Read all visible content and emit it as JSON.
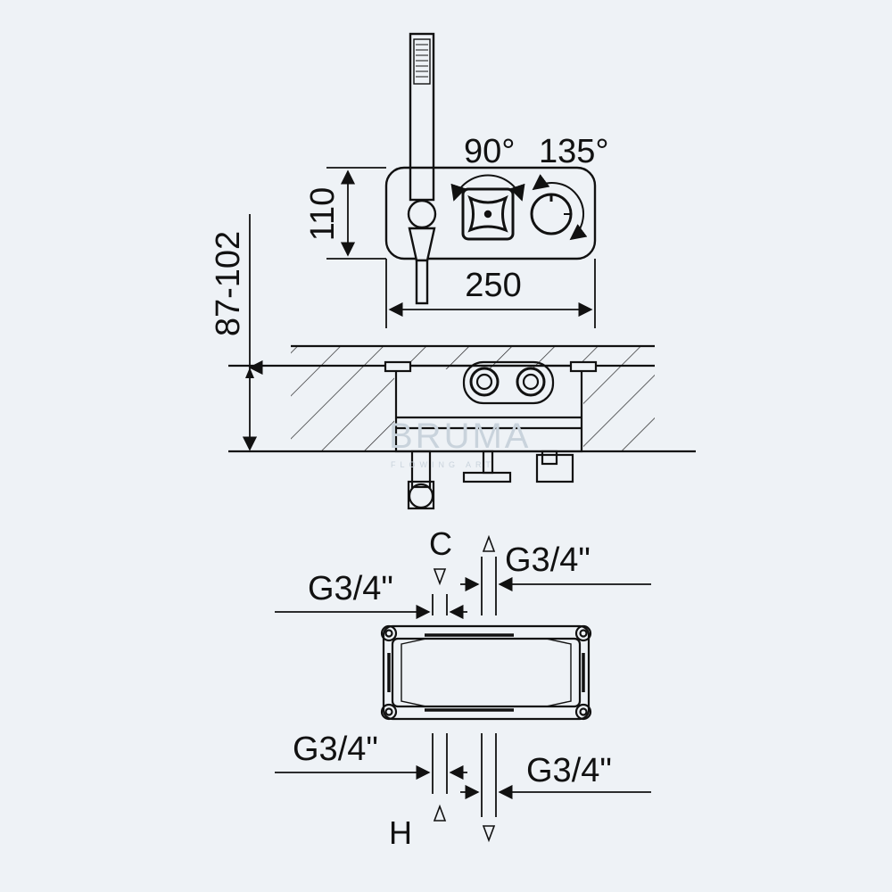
{
  "dimensions": {
    "height_plate": "110",
    "width_plate": "250",
    "depth_range": "87-102",
    "angle_left": "90°",
    "angle_right": "135°"
  },
  "connections": {
    "top_left": "G3/4\"",
    "top_right": "G3/4\"",
    "bottom_left": "G3/4\"",
    "bottom_right": "G3/4\"",
    "cold_label": "C",
    "hot_label": "H"
  },
  "watermark": {
    "brand": "BRUMA",
    "tagline": "FLOWING ART"
  },
  "colors": {
    "background": "#eef2f6",
    "line": "#111111",
    "watermark": "#c9d3dc"
  }
}
